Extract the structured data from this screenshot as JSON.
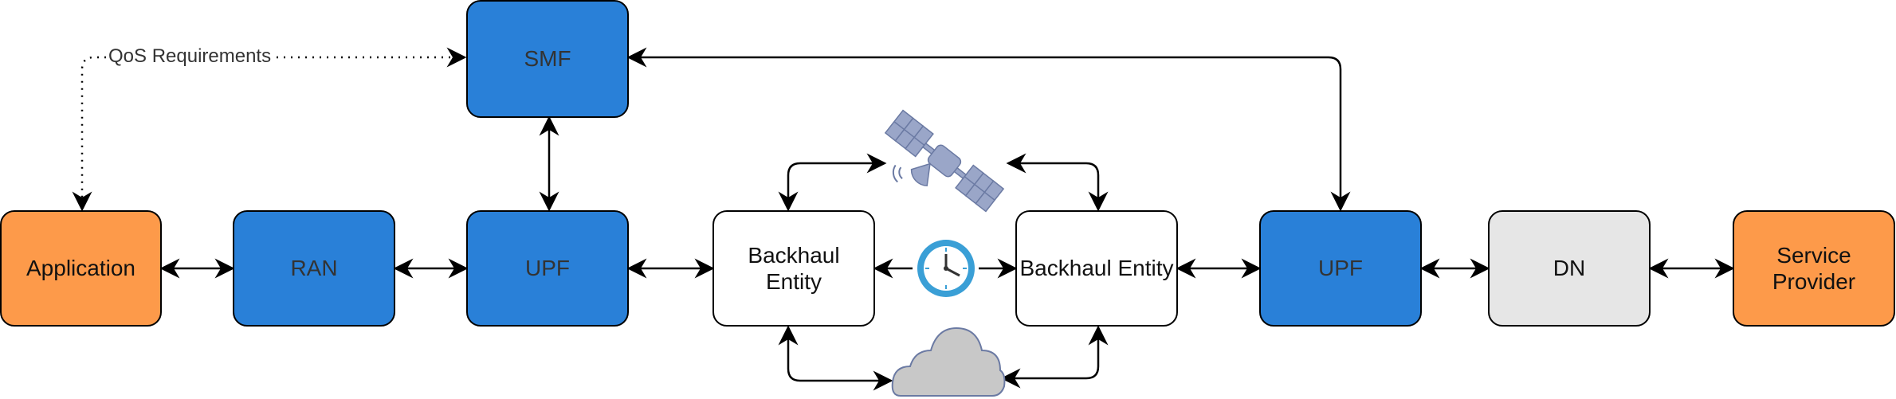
{
  "nodes": {
    "smf": "SMF",
    "application": "Application",
    "ran": "RAN",
    "upf_left": "UPF",
    "backhaul_left": [
      "Backhaul",
      "Entity"
    ],
    "backhaul_right": "Backhaul Entity",
    "upf_right": "UPF",
    "dn": "DN",
    "service_provider": [
      "Service",
      "Provider"
    ]
  },
  "edge_labels": {
    "qos": "QoS Requirements"
  },
  "icons": [
    "satellite-icon",
    "clock-icon",
    "cloud-icon"
  ],
  "colors": {
    "blue": "#2980d8",
    "orange": "#fd9a4a",
    "gray": "#e6e6e6",
    "satellite": "#9aa6c8",
    "clock": "#3a9fd6",
    "cloud": "#c8c8c8"
  }
}
